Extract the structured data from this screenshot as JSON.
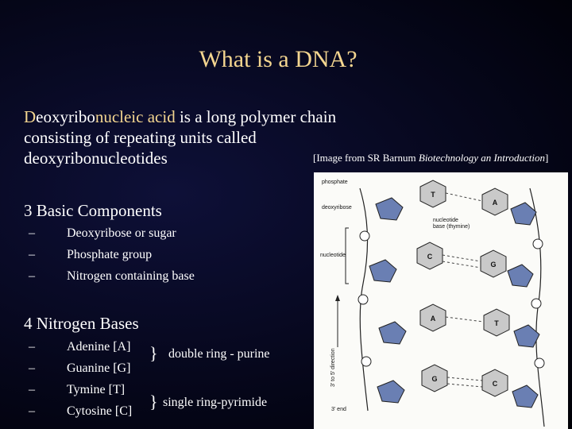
{
  "slide": {
    "title": "What is a DNA?",
    "intro": {
      "seg1_hl": "D",
      "seg2": "eoxyribo",
      "seg3_hl": "nucleic",
      "seg4": " ",
      "seg5_hl": "acid",
      "seg6": " is a long polymer chain consisting of repeating units called deoxyribonucleotides"
    },
    "caption": {
      "prefix": "[Image from SR Barnum ",
      "italic": "Biotechnology an Introduction",
      "suffix": "]"
    },
    "components": {
      "heading": "3 Basic Components",
      "items": [
        "Deoxyribose or sugar",
        "Phosphate group",
        "Nitrogen containing base"
      ]
    },
    "bases": {
      "heading": "4 Nitrogen Bases",
      "items": [
        "Adenine [A]",
        "Guanine [G]",
        "Tymine [T]",
        "Cytosine [C]"
      ],
      "group1_label": "double ring - purine",
      "group2_label": "single ring-pyrimide"
    },
    "dash": "–",
    "brace": "}"
  },
  "figure": {
    "labels": {
      "phosphate": "phosphate",
      "deoxyribose": "deoxyribose",
      "nucleotide_base": "nucleotide",
      "nucleotide_base2": "base (thymine)",
      "nucleotide": "nucleotide",
      "direction": "3' to 5' direction",
      "end": "3' end"
    },
    "bases_left": [
      "T",
      "C",
      "A",
      "G"
    ],
    "bases_right": [
      "A",
      "G",
      "T",
      "C"
    ]
  }
}
